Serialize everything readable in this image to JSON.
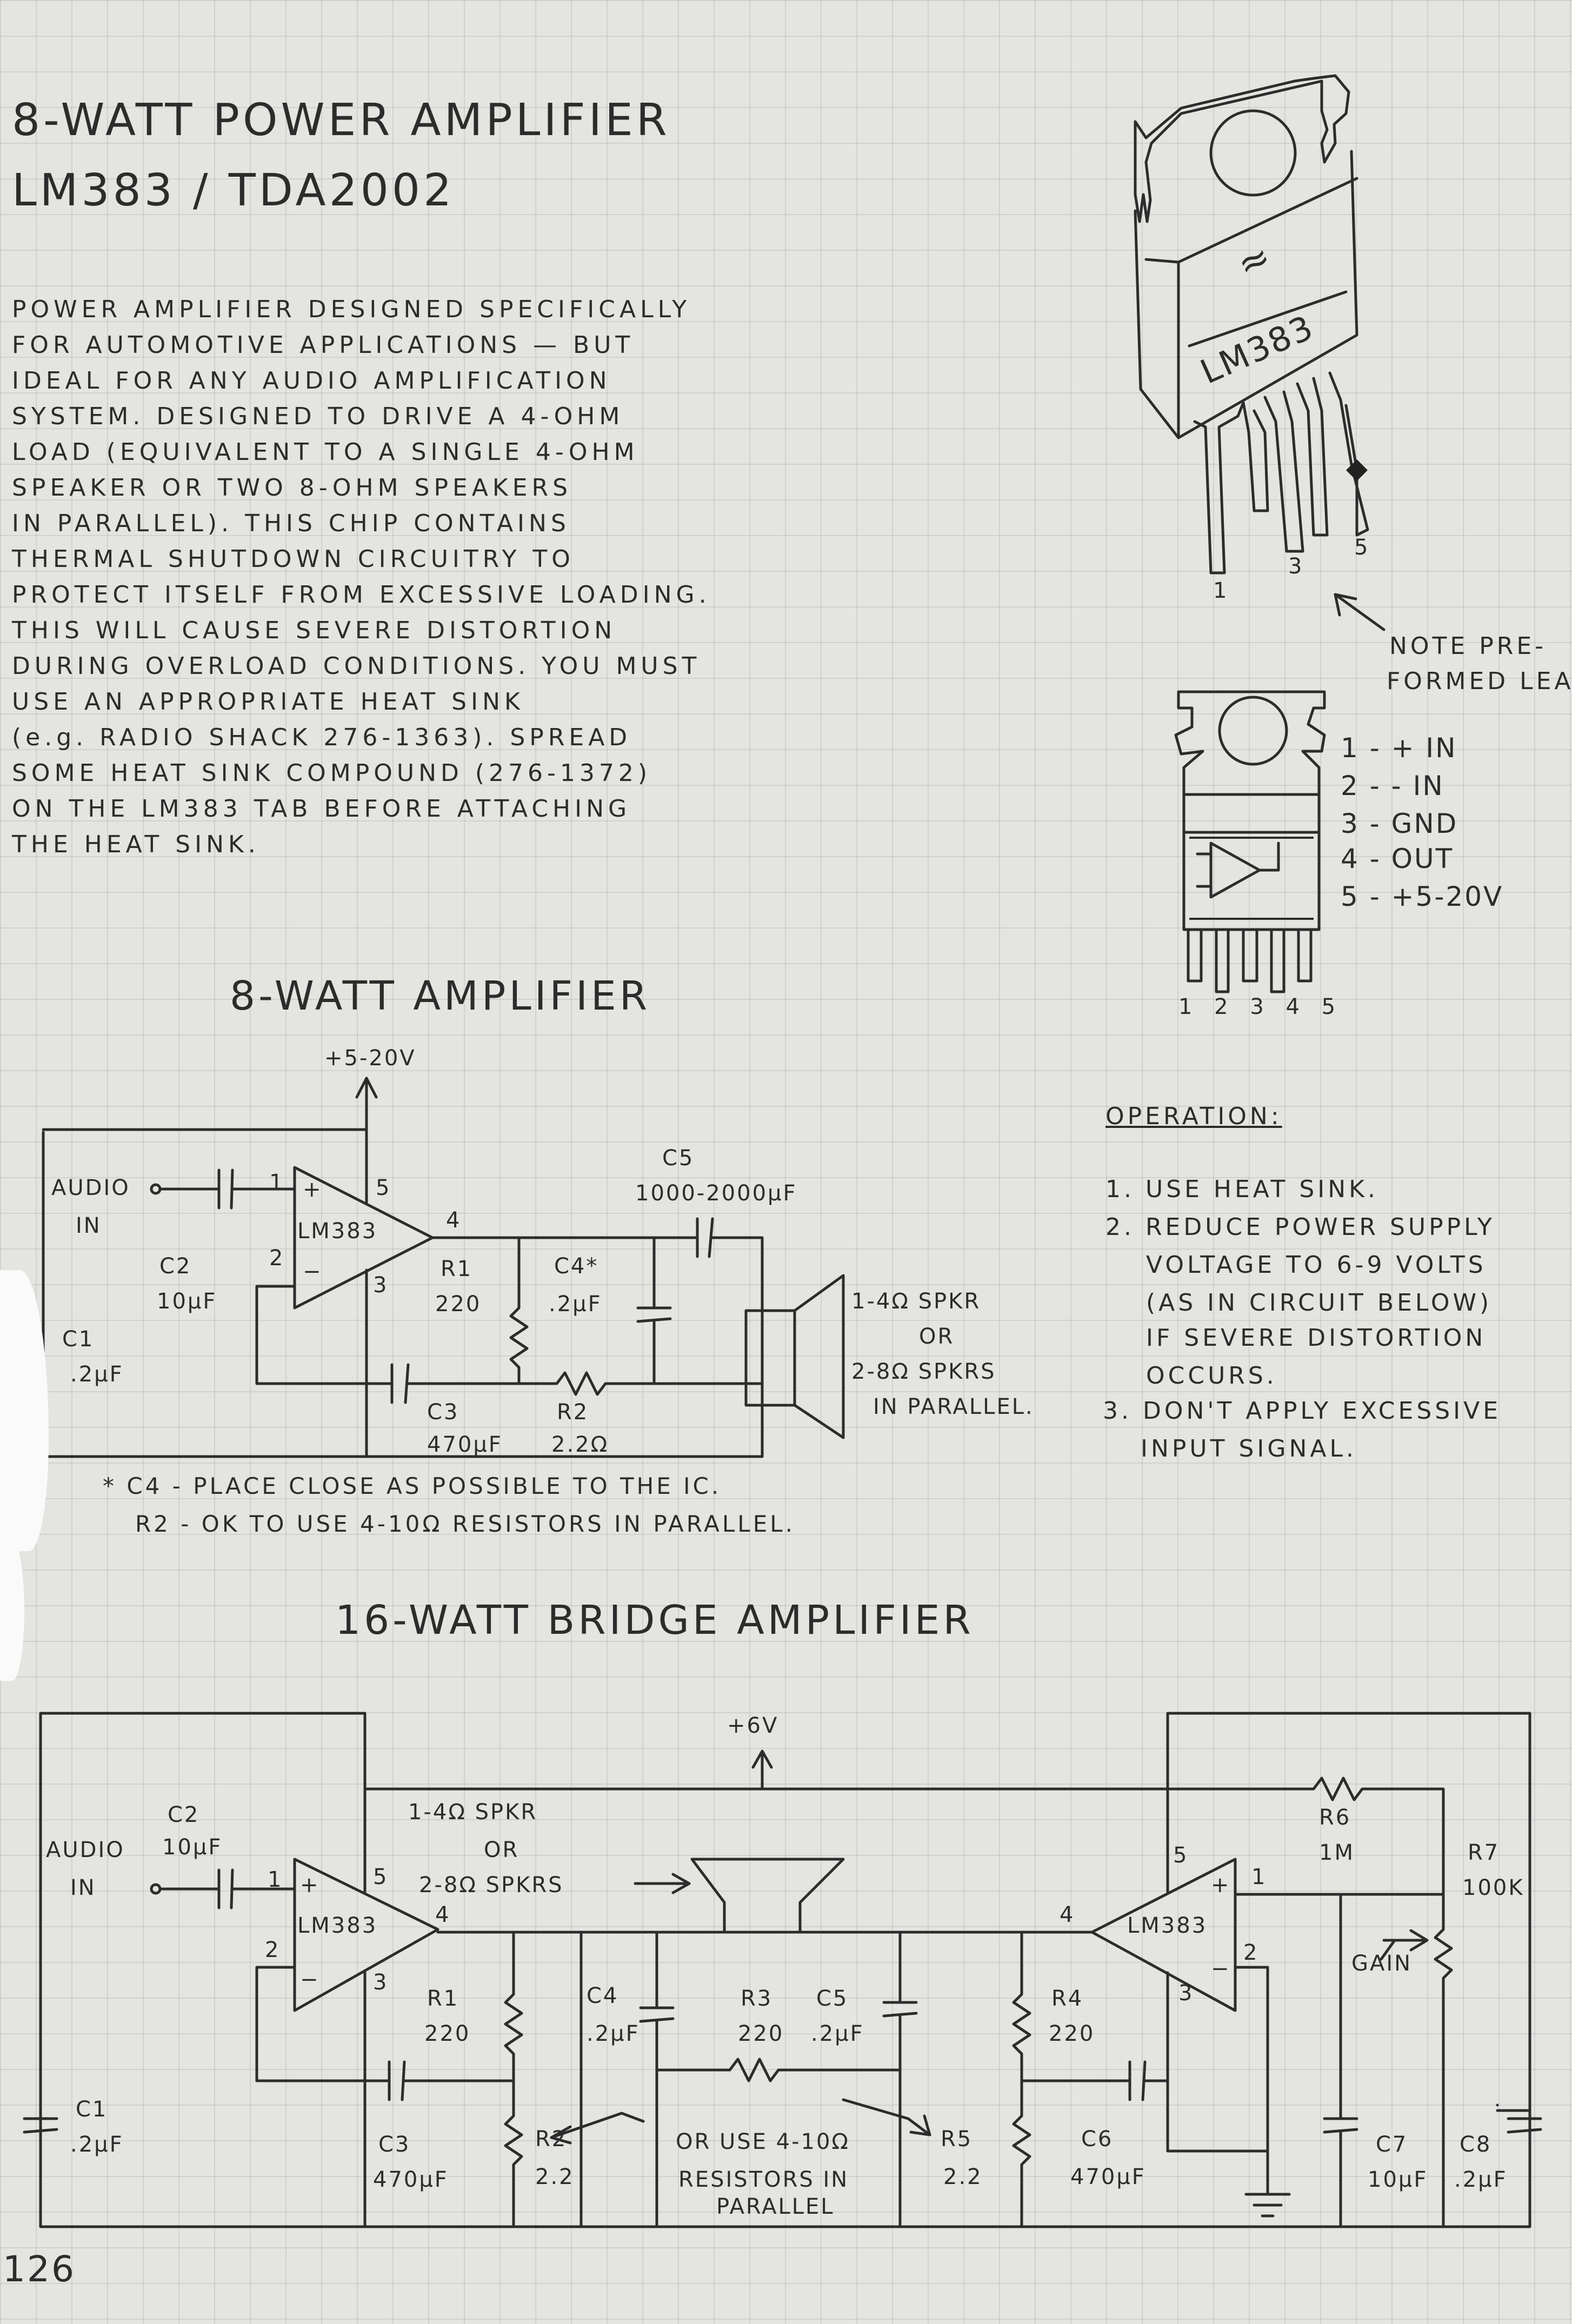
{
  "header": {
    "title_line1": "8-WATT POWER AMPLIFIER",
    "title_line2": "LM383 / TDA2002"
  },
  "description": [
    "POWER AMPLIFIER DESIGNED SPECIFICALLY",
    "FOR AUTOMOTIVE APPLICATIONS — BUT",
    "IDEAL FOR ANY AUDIO AMPLIFICATION",
    "SYSTEM. DESIGNED TO DRIVE A 4-OHM",
    "LOAD (EQUIVALENT TO A SINGLE 4-OHM",
    "SPEAKER OR TWO 8-OHM SPEAKERS",
    "IN PARALLEL). THIS CHIP CONTAINS",
    "THERMAL SHUTDOWN CIRCUITRY TO",
    "PROTECT ITSELF FROM EXCESSIVE LOADING.",
    "THIS WILL CAUSE SEVERE DISTORTION",
    "DURING OVERLOAD CONDITIONS. YOU MUST",
    "USE AN APPROPRIATE HEAT SINK",
    "(e.g. RADIO SHACK 276-1363). SPREAD",
    "SOME HEAT SINK COMPOUND (276-1372)",
    "ON THE LM383 TAB BEFORE ATTACHING",
    "THE HEAT SINK."
  ],
  "package": {
    "chip_label": "LM383",
    "logo": "≈",
    "pin_numbers_3d": [
      "1",
      "3",
      "5"
    ],
    "note": [
      "NOTE PRE-",
      "FORMED LEAD"
    ],
    "pins": [
      "1 - + IN",
      "2 - - IN",
      "3 - GND",
      "4 - OUT",
      "5 - +5-20V"
    ],
    "pin_row": "1 2 3 4 5"
  },
  "operation": {
    "title": "OPERATION:",
    "lines": [
      "1. USE HEAT SINK.",
      "2. REDUCE POWER SUPPLY",
      "VOLTAGE TO 6-9 VOLTS",
      "(AS IN CIRCUIT BELOW)",
      "IF SEVERE DISTORTION",
      "OCCURS.",
      "3. DON'T APPLY EXCESSIVE",
      "INPUT SIGNAL."
    ]
  },
  "amp8": {
    "title": "8-WATT AMPLIFIER",
    "supply": "+5-20V",
    "audio": "AUDIO",
    "audio_in": "IN",
    "chip": "LM383",
    "pin1": "1",
    "pin2": "2",
    "pin3": "3",
    "pin4": "4",
    "pin5": "5",
    "plus": "+",
    "minus": "−",
    "c1_name": "C1",
    "c1_val": ".2μF",
    "c2_name": "C2",
    "c2_val": "10μF",
    "c3_name": "C3",
    "c3_val": "470μF",
    "c4_name": "C4*",
    "c4_val": ".2μF",
    "c5_name": "C5",
    "c5_val": "1000-2000μF",
    "r1_name": "R1",
    "r1_val": "220",
    "r2_name": "R2",
    "r2_val": "2.2Ω",
    "spkr1": "1-4Ω SPKR",
    "spkr_or": "OR",
    "spkr2": "2-8Ω SPKRS",
    "spkr3": "IN PARALLEL.",
    "note1": "* C4 - PLACE CLOSE AS POSSIBLE TO THE IC.",
    "note2": "R2 - OK TO USE 4-10Ω RESISTORS IN PARALLEL."
  },
  "amp16": {
    "title": "16-WATT BRIDGE AMPLIFIER",
    "supply": "+6V",
    "audio": "AUDIO",
    "audio_in": "IN",
    "chip": "LM383",
    "pin1": "1",
    "pin2": "2",
    "pin3": "3",
    "pin4": "4",
    "pin5": "5",
    "plus": "+",
    "minus": "−",
    "c1_name": "C1",
    "c1_val": ".2μF",
    "c2_name": "C2",
    "c2_val": "10μF",
    "c3_name": "C3",
    "c3_val": "470μF",
    "c4_name": "C4",
    "c4_val": ".2μF",
    "c5_name": "C5",
    "c5_val": ".2μF",
    "c6_name": "C6",
    "c6_val": "470μF",
    "c7_name": "C7",
    "c7_val": "10μF",
    "c8_name": "C8",
    "c8_val": ".2μF",
    "r1_name": "R1",
    "r1_val": "220",
    "r2_name": "R2",
    "r2_val": "2.2",
    "r3_name": "R3",
    "r3_val": "220",
    "r4_name": "R4",
    "r4_val": "220",
    "r5_name": "R5",
    "r5_val": "2.2",
    "r6_name": "R6",
    "r6_val": "1M",
    "r7_name": "R7",
    "r7_val": "100K",
    "gain": "GAIN",
    "spkr1": "1-4Ω SPKR",
    "spkr_or": "OR",
    "spkr2": "2-8Ω SPKRS",
    "or_use": "OR USE 4-10Ω",
    "resistors": "RESISTORS IN",
    "parallel": "PARALLEL"
  },
  "page_number": "126"
}
